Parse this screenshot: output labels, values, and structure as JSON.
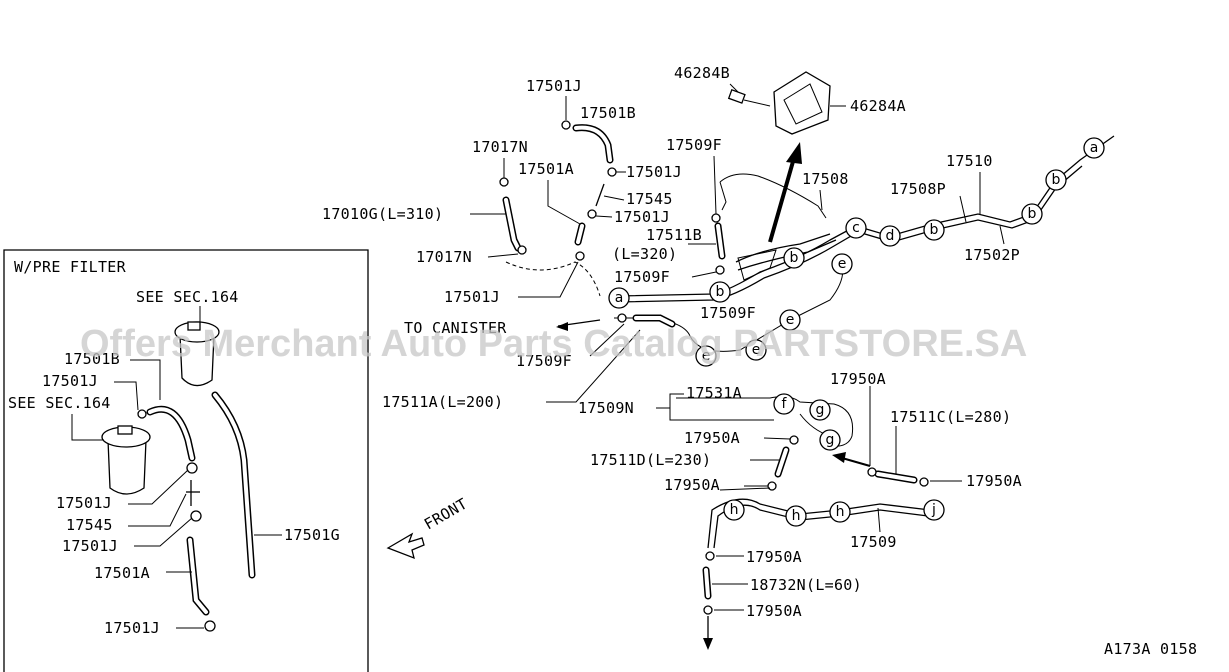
{
  "inset_title": "W/PRE FILTER",
  "watermark": "Offers Merchant Auto Parts Catalog PARTSTORE.SA",
  "figure_code": "A173A 0158",
  "labels": {
    "l46284B": "46284B",
    "l46284A": "46284A",
    "l17501J_a": "17501J",
    "l17501B_a": "17501B",
    "l17017N_a": "17017N",
    "l17501A_a": "17501A",
    "l17501J_b": "17501J",
    "l17545_a": "17545",
    "l17501J_c": "17501J",
    "l17010G": "17010G(L=310)",
    "l17017N_b": "17017N",
    "l17501J_d": "17501J",
    "l17509F_a": "17509F",
    "l17511B": "17511B",
    "l17511B_len": "(L=320)",
    "l17509F_b": "17509F",
    "l17509F_c": "17509F",
    "l17509F_d": "17509F",
    "l17508": "17508",
    "l17508P": "17508P",
    "l17510": "17510",
    "l17502P": "17502P",
    "to_canister": "TO CANISTER",
    "l17511A": "17511A(L=200)",
    "l17509N": "17509N",
    "l17531A": "17531A",
    "l17950A_a": "17950A",
    "l17950A_b": "17950A",
    "l17511C": "17511C(L=280)",
    "l17950A_c": "17950A",
    "l17511D": "17511D(L=230)",
    "l17950A_d": "17950A",
    "l17509": "17509",
    "l17950A_e": "17950A",
    "l18732N": "18732N(L=60)",
    "l17950A_f": "17950A",
    "see_sec_164_a": "SEE SEC.164",
    "see_sec_164_b": "SEE SEC.164",
    "i17501B": "17501B",
    "i17501J_a": "17501J",
    "i17501J_b": "17501J",
    "i17545": "17545",
    "i17501J_c": "17501J",
    "i17501A": "17501A",
    "i17501J_d": "17501J",
    "i17501G": "17501G",
    "front": "FRONT"
  },
  "callouts": {
    "a": "a",
    "b": "b",
    "c": "c",
    "d": "d",
    "e": "e",
    "f": "f",
    "g": "g",
    "h": "h",
    "j": "j"
  }
}
